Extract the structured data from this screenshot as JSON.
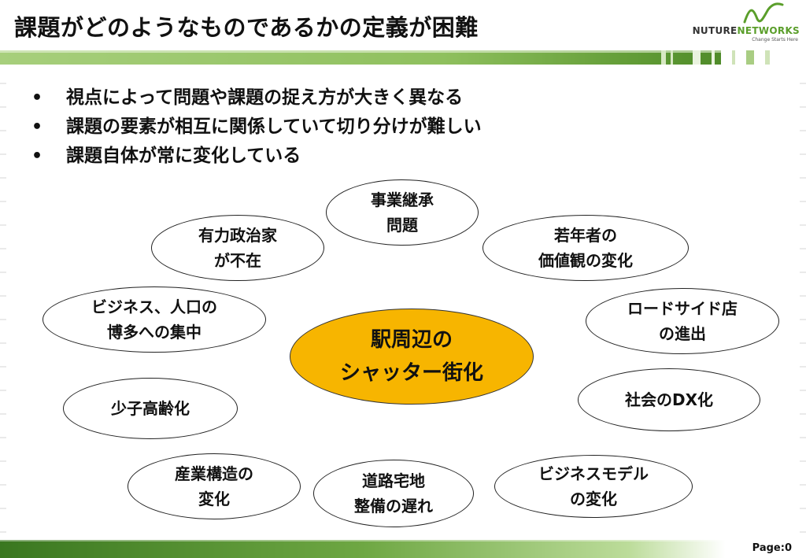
{
  "header": {
    "title": "課題がどのようなものであるかの定義が困難",
    "logo": {
      "name_primary": "NUTURE",
      "name_secondary": "NETWORKS",
      "tagline": "Change Starts Here",
      "accent_color": "#5a9e2a"
    }
  },
  "bullets": [
    "視点によって問題や課題の捉え方が大きく異なる",
    "課題の要素が相互に関係していて切り分けが難しい",
    "課題自体が常に変化している"
  ],
  "bullet_symbol": "•",
  "diagram": {
    "center": {
      "label": "駅周辺の\nシャッター街化",
      "color": "#f7b500"
    },
    "nodes": [
      {
        "id": "business-succession",
        "label": "事業継承\n問題"
      },
      {
        "id": "young-values",
        "label": "若年者の\n価値観の変化"
      },
      {
        "id": "roadside-stores",
        "label": "ロードサイド店\nの進出"
      },
      {
        "id": "social-dx",
        "label": "社会のDX化"
      },
      {
        "id": "business-model",
        "label": "ビジネスモデル\nの変化"
      },
      {
        "id": "road-housing",
        "label": "道路宅地\n整備の遅れ"
      },
      {
        "id": "industrial-structure",
        "label": "産業構造の\n変化"
      },
      {
        "id": "declining-birthrate",
        "label": "少子高齢化"
      },
      {
        "id": "business-concentration",
        "label": "ビジネス、人口の\n博多への集中"
      },
      {
        "id": "no-politician",
        "label": "有力政治家\nが不在"
      }
    ]
  },
  "footer": {
    "page": "Page:0"
  }
}
